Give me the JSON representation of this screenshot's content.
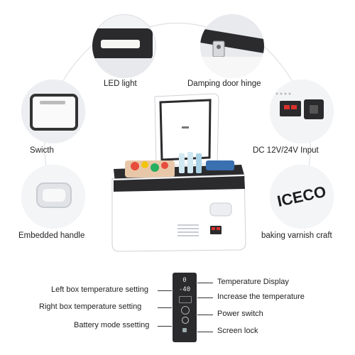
{
  "features": {
    "led_light": "LED light",
    "damping_hinge": "Damping door hinge",
    "switch": "Swicth",
    "dc_input": "DC 12V/24V Input",
    "embedded_handle": "Embedded handle",
    "baking_varnish": "baking varnish craft"
  },
  "brand": "ICECO",
  "panel": {
    "left_labels": [
      "Left box temperature setting",
      "Right box temperature setting",
      "Battery mode ssetting"
    ],
    "right_labels": [
      "Temperature Display",
      "Increase the temperature",
      "Power switch",
      "Screen lock"
    ],
    "display_top": "0",
    "display_bottom": "-40"
  },
  "colors": {
    "body": "#ffffff",
    "accent_dark": "#2b2b2e",
    "display_red": "#d8322b",
    "circle_bg": "#f2f3f5"
  }
}
